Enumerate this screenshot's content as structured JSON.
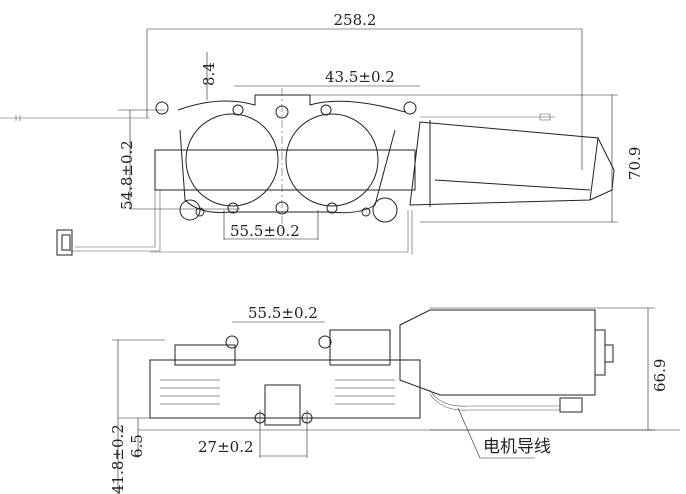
{
  "top_view": {
    "overall_width": "258.2",
    "top_offset": "8.4",
    "upper_hole_spacing": "43.5±0.2",
    "height_left": "54.8±0.2",
    "height_right": "70.9",
    "lower_hole_spacing": "55.5±0.2"
  },
  "side_view": {
    "hole_spacing": "55.5±0.2",
    "height_right": "66.9",
    "height_left": "41.8±0.2",
    "foot_height": "6.5",
    "foot_spacing": "27±0.2",
    "callout_motor_leads": "电机导线"
  }
}
